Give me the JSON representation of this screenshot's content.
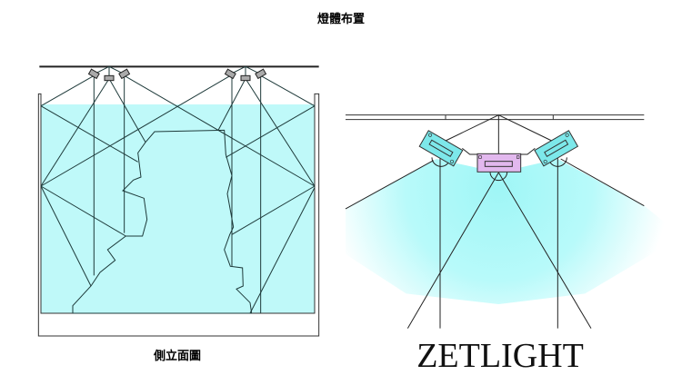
{
  "title": "燈體布置",
  "side_view_caption": "側立面圖",
  "brand": "ZETLIGHT",
  "colors": {
    "water": "#bff9f9",
    "side_fixture": "#7de8ea",
    "center_fixture": "#e2b8ee",
    "lines": "#1e3a3a"
  }
}
